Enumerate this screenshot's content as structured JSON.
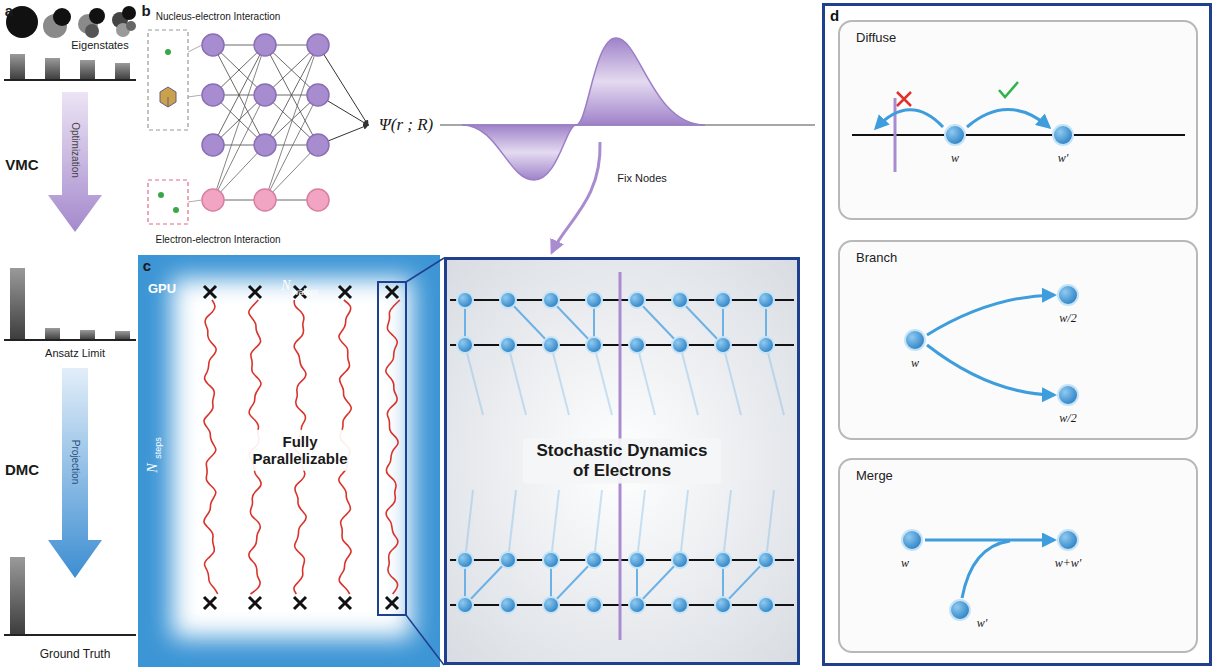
{
  "diagram": {
    "nodes": [
      {
        "text": [
          "GPU"
        ]
      },
      {
        "text": [
          "Fully Parallelizable"
        ],
        "in": 0
      },
      {
        "text": [
          "Stochastic Dynamics of Electrons"
        ]
      },
      {
        "text": [
          "d"
        ]
      },
      {
        "text": [
          "Diffuse"
        ],
        "in": 3
      },
      {
        "text": [
          "Branch"
        ],
        "in": 3
      },
      {
        "text": [
          "Merge"
        ],
        "in": 3
      }
    ],
    "labels": [
      "a",
      "Eigenstates",
      "VMC",
      "Optimization",
      "Ansatz Limit",
      "DMC",
      "Projection",
      "Ground Truth",
      "b",
      "Nucleus-electron Interaction",
      "Electron-electron Interaction",
      "Ψ(r ; R)",
      "Fix Nodes",
      "c",
      "N",
      "walker",
      "N",
      "steps",
      "w",
      "w'",
      "w",
      "w/2",
      "w/2",
      "w",
      "w'",
      "w+w'"
    ]
  }
}
